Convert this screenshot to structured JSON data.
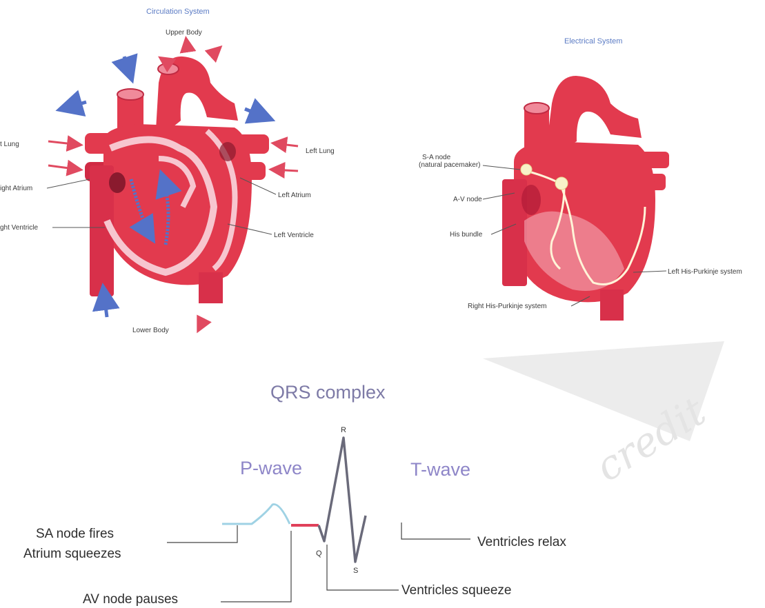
{
  "circulation": {
    "title": "Circulation System",
    "labels": {
      "upper_body": "Upper Body",
      "left_lung_l": "t Lung",
      "left_lung_r": "Left Lung",
      "right_atrium": "ight Atrium",
      "left_atrium": "Left Atrium",
      "right_ventricle": "ght Ventricle",
      "left_ventricle": "Left Ventricle",
      "lower_body": "Lower Body"
    }
  },
  "electrical": {
    "title": "Electrical System",
    "labels": {
      "sa_node": "S-A node",
      "sa_node_sub": "(natural pacemaker)",
      "av_node": "A-V node",
      "his_bundle": "His bundle",
      "left_his": "Left His-Purkinje system",
      "right_his": "Right His-Purkinje system"
    }
  },
  "ecg": {
    "qrs_title": "QRS complex",
    "p_wave": "P-wave",
    "t_wave": "T-wave",
    "r": "R",
    "q": "Q",
    "s": "S",
    "sa_fires": "SA node fires",
    "atrium_squeezes": "Atrium squeezes",
    "av_pauses": "AV node pauses",
    "ventricles_squeeze": "Ventricles squeeze",
    "ventricles_relax": "Ventricles relax"
  },
  "watermark": "credit",
  "colors": {
    "heart_red": "#e23a4e",
    "heart_dark": "#b8203a",
    "vein_blue": "#5472c8",
    "accent_blue_title": "#5b7bc4",
    "p_wave_line": "#9fd2e4",
    "pr_segment": "#e0405a",
    "qrs_line": "#6a6a7a"
  }
}
